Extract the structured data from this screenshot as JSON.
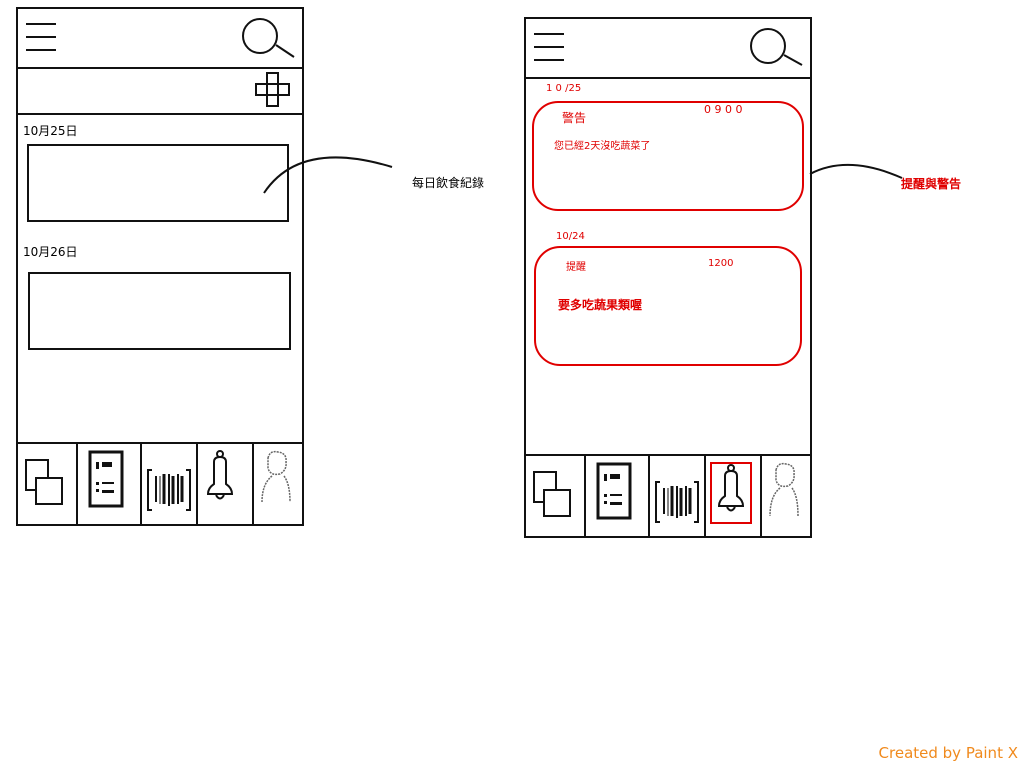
{
  "left_screen": {
    "entries": [
      {
        "date": "10月25日"
      },
      {
        "date": "10月26日"
      }
    ],
    "annotation": "每日飲食紀錄",
    "tabs": [
      {
        "icon": "photos-icon"
      },
      {
        "icon": "record-card-icon"
      },
      {
        "icon": "barcode-icon"
      },
      {
        "icon": "bell-icon"
      },
      {
        "icon": "person-icon"
      }
    ]
  },
  "right_screen": {
    "notifications": [
      {
        "date": "1 0 /25",
        "type": "警告",
        "time": "0 9 0 0",
        "message": "您已經2天沒吃蔬菜了"
      },
      {
        "date": "10/24",
        "type": "提醒",
        "time": "1200",
        "message": "要多吃蔬果類喔"
      }
    ],
    "annotation": "提醒與警告",
    "active_tab": "bell-icon",
    "tabs": [
      {
        "icon": "photos-icon"
      },
      {
        "icon": "record-card-icon"
      },
      {
        "icon": "barcode-icon"
      },
      {
        "icon": "bell-icon"
      },
      {
        "icon": "person-icon"
      }
    ]
  },
  "colors": {
    "alert": "#e00000",
    "watermark": "#f08a1d",
    "line": "#111111"
  },
  "watermark": "Created by Paint X"
}
